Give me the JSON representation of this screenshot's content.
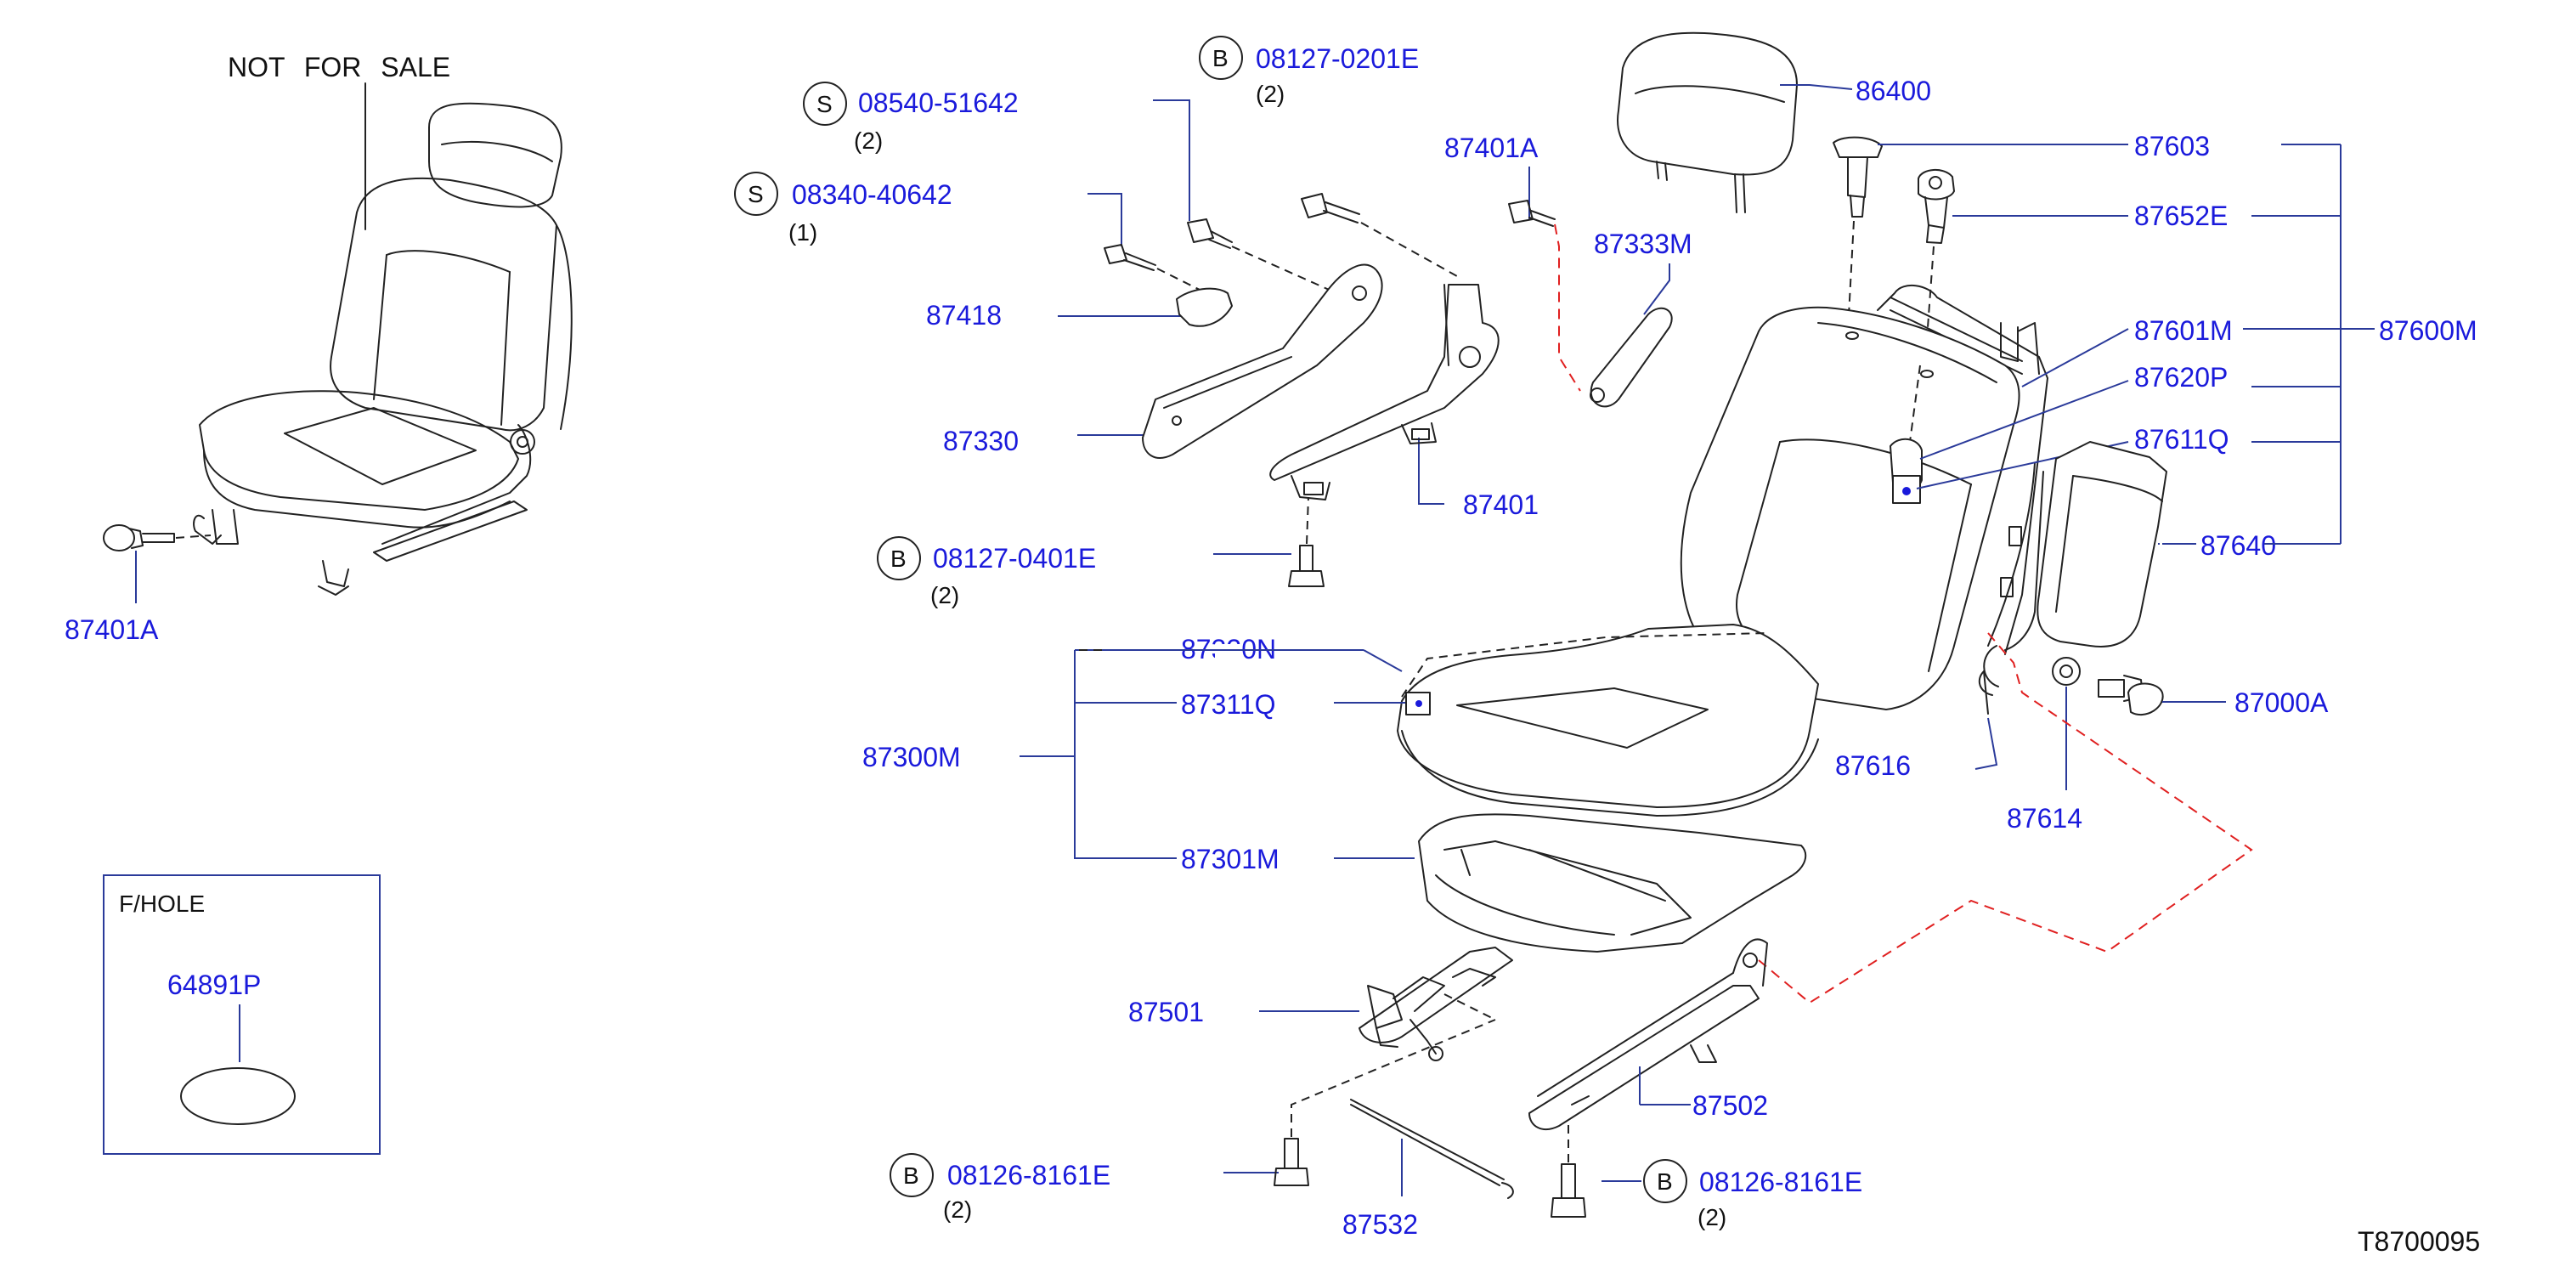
{
  "labels": {
    "not_for_sale": "NOT FOR SALE",
    "fhole_title": "F/HOLE",
    "drawing_id": "T8700095"
  },
  "badges": {
    "bolt": "B",
    "screw": "S"
  },
  "parts": {
    "p64891P": "64891P",
    "p87401A_left": "87401A",
    "p08540": "08540-51642",
    "p08540_qty": "(2)",
    "p08340": "08340-40642",
    "p08340_qty": "(1)",
    "p08127_0201E": "08127-0201E",
    "p08127_0201E_qty": "(2)",
    "p87401A": "87401A",
    "p87418": "87418",
    "p87330": "87330",
    "p87401": "87401",
    "p08127_0401E": "08127-0401E",
    "p08127_0401E_qty": "(2)",
    "p87333M": "87333M",
    "p86400": "86400",
    "p87603": "87603",
    "p87652E": "87652E",
    "p87601M": "87601M",
    "p87600M": "87600M",
    "p87620P": "87620P",
    "p87611Q": "87611Q",
    "p87640": "87640",
    "p87000A": "87000A",
    "p87616": "87616",
    "p87614": "87614",
    "p87320N": "87320N",
    "p87311Q": "87311Q",
    "p87300M": "87300M",
    "p87301M": "87301M",
    "p87501": "87501",
    "p87502": "87502",
    "p87532": "87532",
    "p08126_left": "08126-8161E",
    "p08126_left_qty": "(2)",
    "p08126_right": "08126-8161E",
    "p08126_right_qty": "(2)"
  }
}
